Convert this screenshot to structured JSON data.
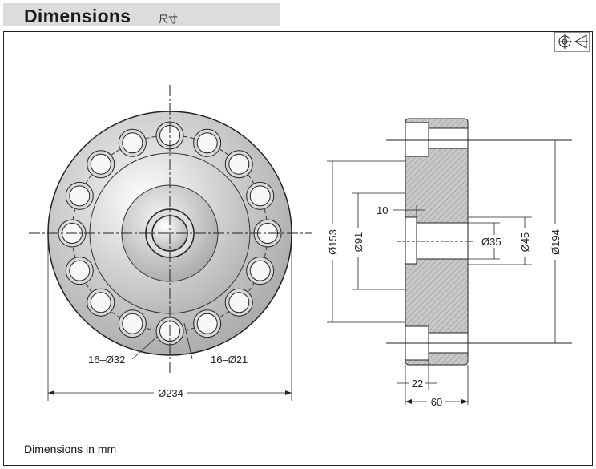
{
  "header": {
    "title": "Dimensions",
    "subtitle": "尺寸"
  },
  "footer": {
    "note": "Dimensions in mm"
  },
  "icons": {
    "projection": "projection-symbol-icon"
  },
  "front_view": {
    "bolt_hole_count": 16,
    "labels": {
      "counterbore": "16–Ø32",
      "hole": "16–Ø21",
      "outer": "Ø234"
    }
  },
  "side_view": {
    "labels": {
      "d153": "Ø153",
      "d91": "Ø91",
      "d10": "10",
      "d35": "Ø35",
      "d45": "Ø45",
      "d194": "Ø194",
      "d22": "22",
      "d60": "60"
    }
  }
}
